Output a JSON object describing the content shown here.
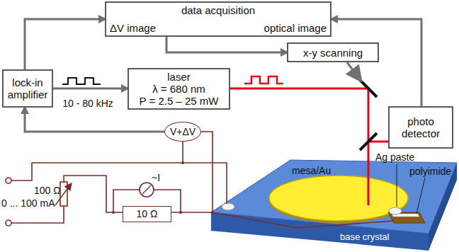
{
  "diagram": {
    "nodes": [
      {
        "text": [
          "data acquisition",
          "ΔV image",
          "optical image"
        ]
      },
      {
        "text": [
          "x-y scanning"
        ]
      },
      {
        "text": [
          "lock-in amplifier"
        ]
      },
      {
        "text": [
          "laser",
          "λ = 680 nm",
          "P = 2.5 – 25 mW"
        ]
      },
      {
        "text": [
          "photo detector"
        ]
      },
      {
        "text": [
          "V+ΔV"
        ]
      },
      {
        "text": [
          "10 Ω"
        ]
      }
    ],
    "edges": [
      {
        "from": 0,
        "to": 1,
        "arrow": "to"
      },
      {
        "from": 2,
        "to": 0,
        "arrow": "to"
      },
      {
        "from": 2,
        "to": 3,
        "label": "10 - 80 kHz",
        "arrow": "to"
      },
      {
        "from": 4,
        "to": 0,
        "arrow": "to"
      },
      {
        "from": 5,
        "to": 2,
        "arrow": "to"
      }
    ],
    "labels": [
      "0 ... 100 mA",
      "100 Ω",
      "~I",
      "mesa/Au",
      "Ag paste",
      "polyimide",
      "base crystal"
    ]
  }
}
